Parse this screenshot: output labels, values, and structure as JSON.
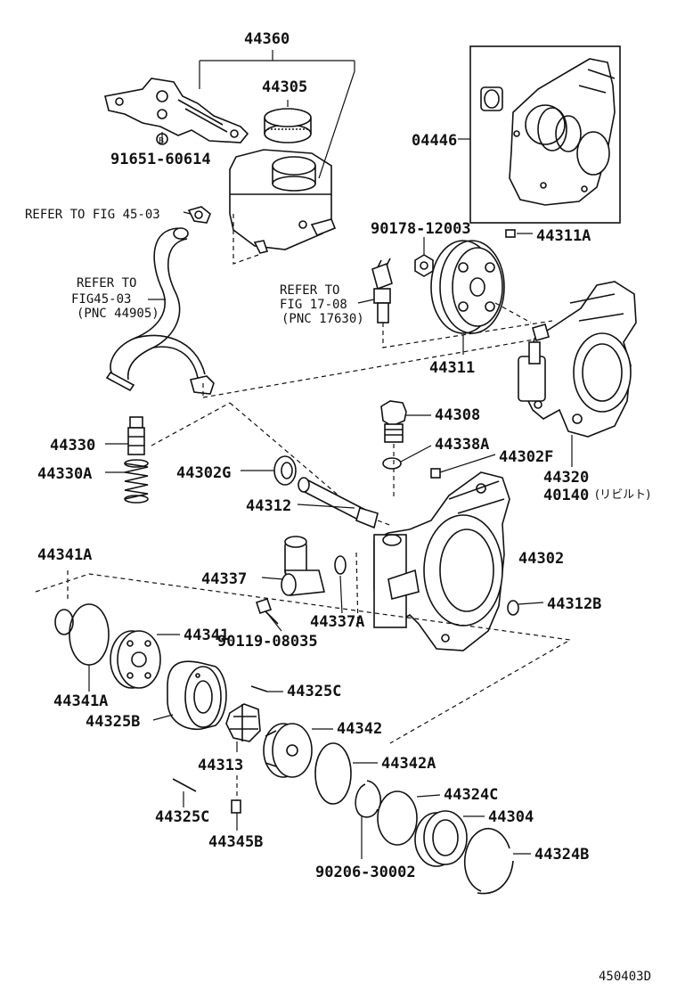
{
  "labels": {
    "p44360": "44360",
    "p44305": "44305",
    "p04446": "04446",
    "p91651": "91651-60614",
    "circle_b": "B",
    "refer1": "REFER TO FIG 45-03",
    "refer2a": "REFER TO",
    "refer2b": "FIG45-03",
    "refer2c": "(PNC 44905)",
    "p90178": "90178-12003",
    "p44311A": "44311A",
    "refer3a": "REFER TO",
    "refer3b": "FIG 17-08",
    "refer3c": "(PNC 17630)",
    "p44311": "44311",
    "p44308": "44308",
    "p44330": "44330",
    "p44330A": "44330A",
    "p44338A": "44338A",
    "p44302F": "44302F",
    "p44302G": "44302G",
    "p44320": "44320",
    "p40140": "40140",
    "p40140_note": "(リビルト)",
    "p44312": "44312",
    "p44341A_top": "44341A",
    "p44302": "44302",
    "p44337": "44337",
    "p44312B": "44312B",
    "p44337A": "44337A",
    "p44341": "44341",
    "p90119": "90119-08035",
    "p44341A_bot": "44341A",
    "p44325C_top": "44325C",
    "p44325B": "44325B",
    "p44342": "44342",
    "p44313": "44313",
    "p44342A": "44342A",
    "p44324C": "44324C",
    "p44325C_bot": "44325C",
    "p44304": "44304",
    "p44345B": "44345B",
    "p90206": "90206-30002",
    "p44324B": "44324B",
    "diagram_code": "450403D"
  }
}
